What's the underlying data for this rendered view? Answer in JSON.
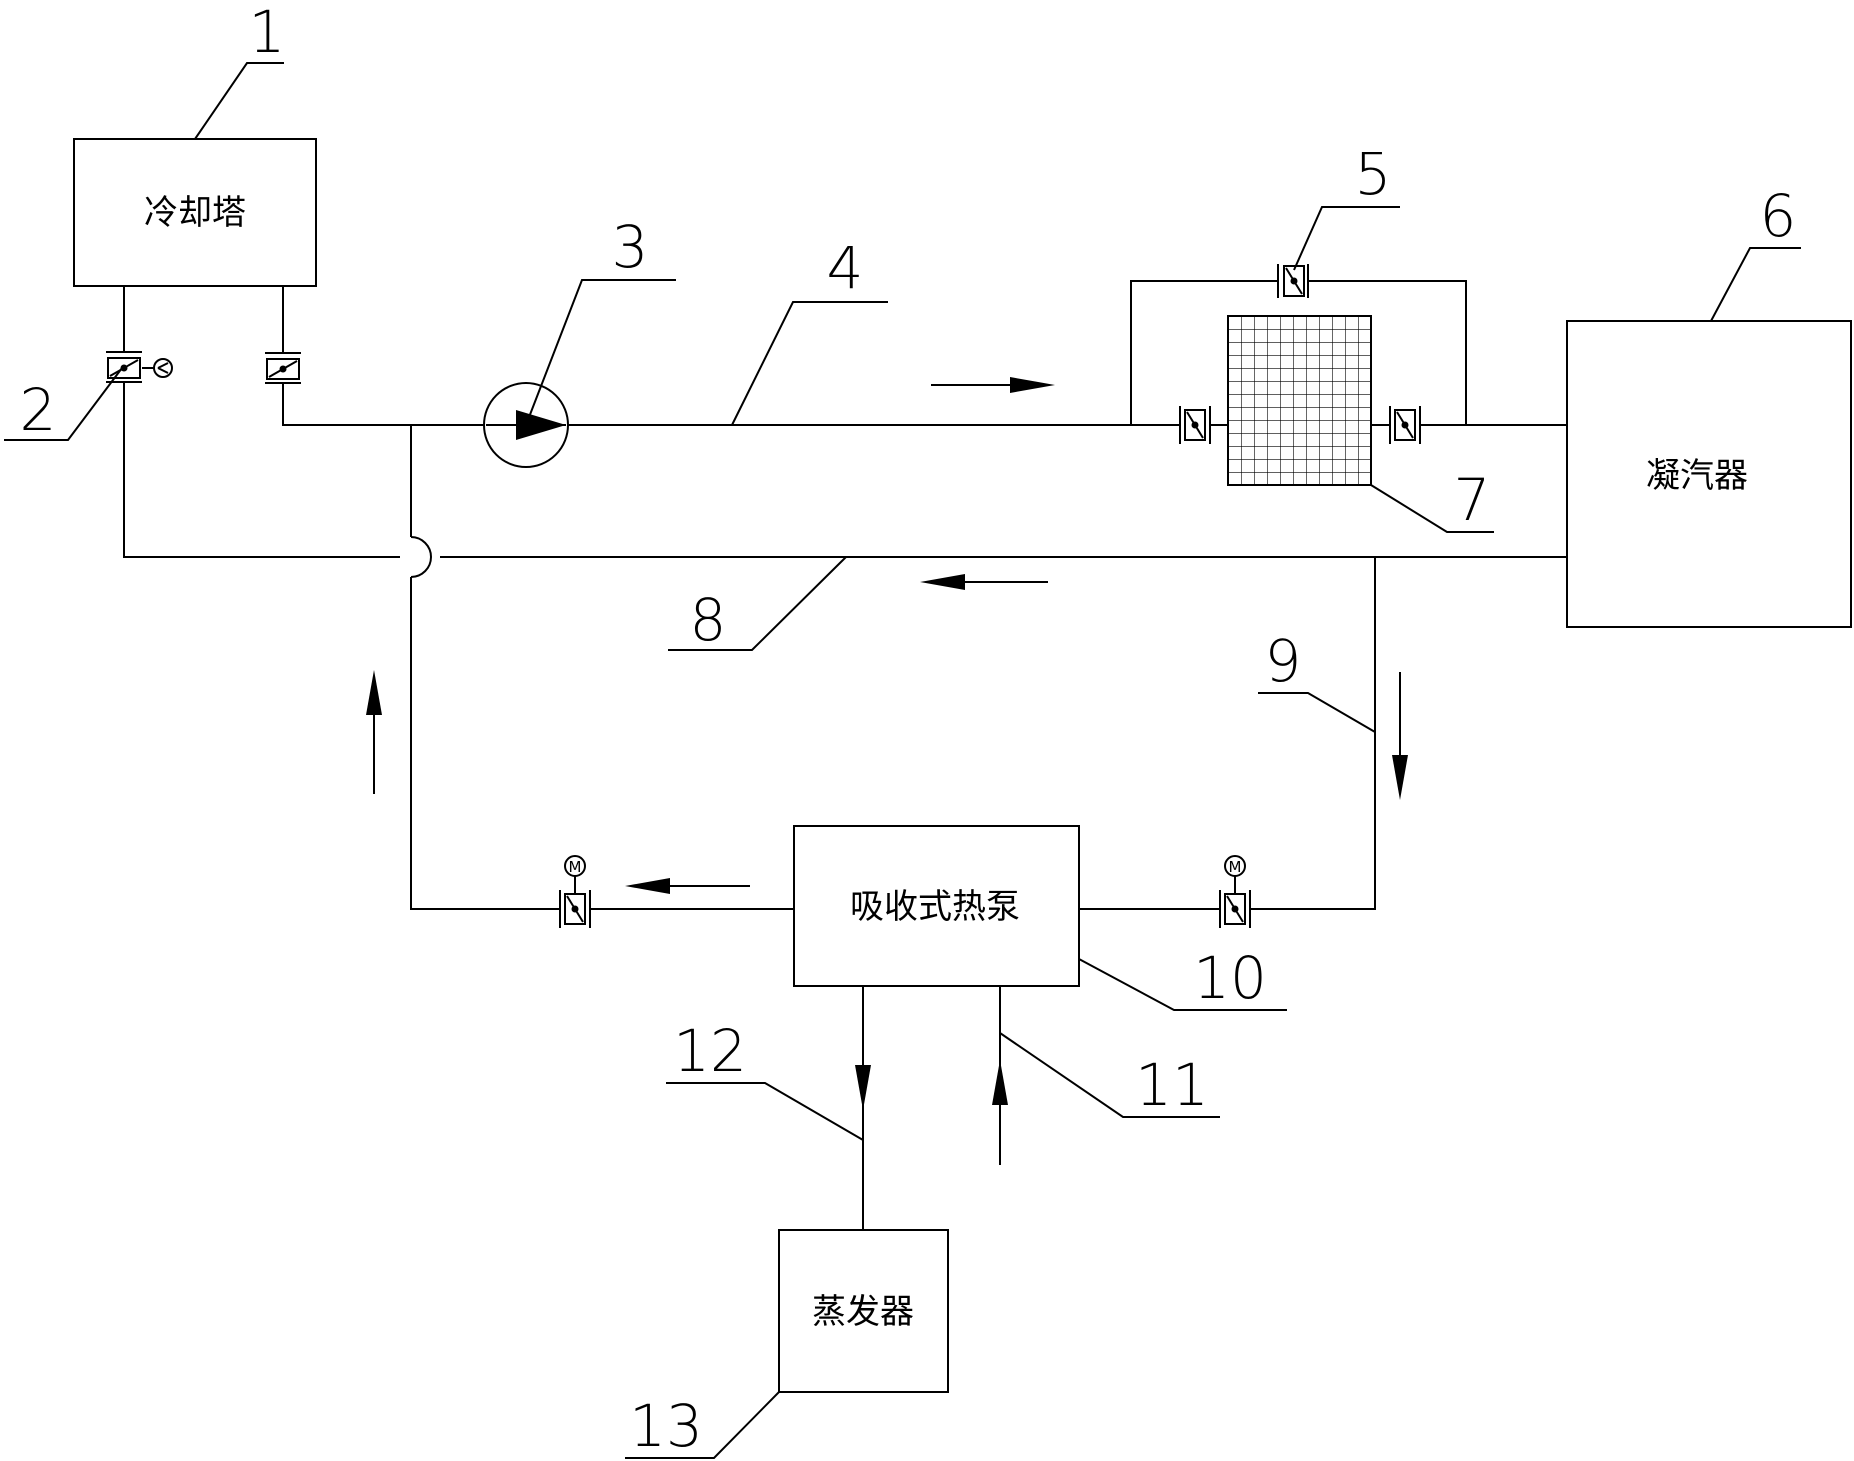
{
  "components": {
    "cooling_tower": "冷却塔",
    "condenser": "凝汽器",
    "absorption_heat_pump": "吸收式热泵",
    "evaporator": "蒸发器"
  },
  "reference_numbers": [
    "1",
    "2",
    "3",
    "4",
    "5",
    "6",
    "7",
    "8",
    "9",
    "10",
    "11",
    "12",
    "13"
  ],
  "valve_motor_symbol": "M"
}
